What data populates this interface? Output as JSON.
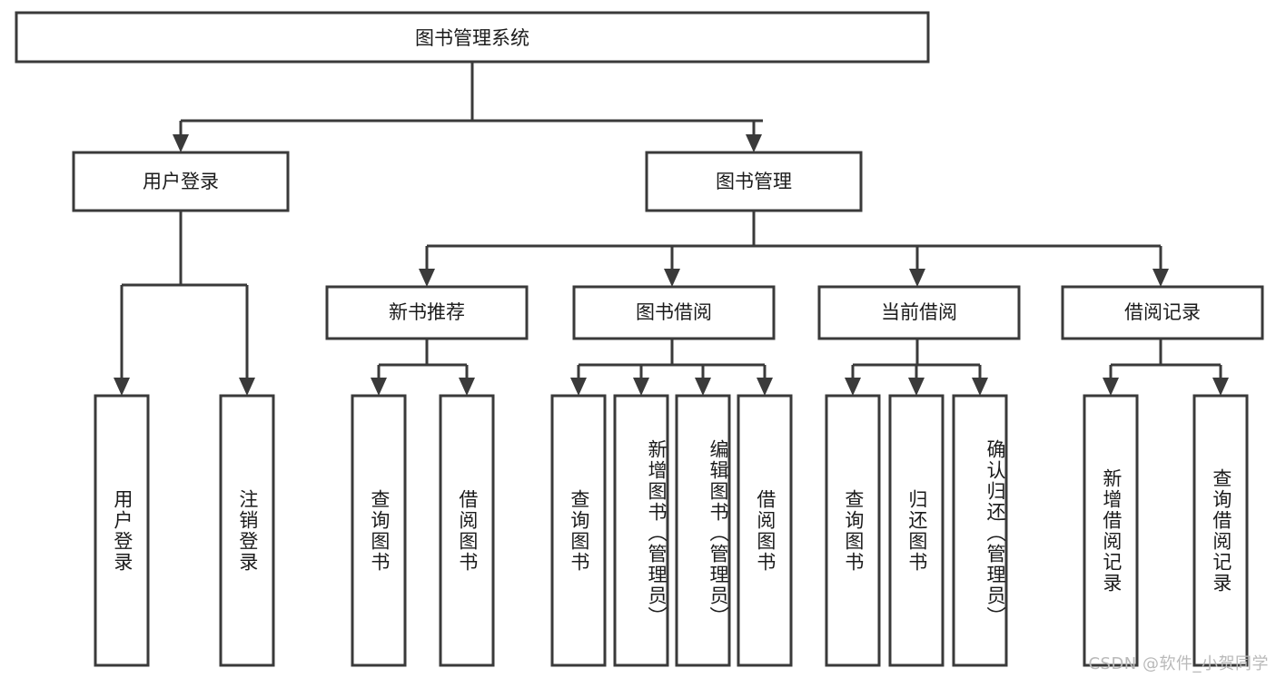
{
  "diagram": {
    "type": "hierarchy-tree",
    "title": "图书管理系统",
    "root": {
      "label": "图书管理系统"
    },
    "level2": [
      {
        "label": "用户登录"
      },
      {
        "label": "图书管理"
      }
    ],
    "level3": [
      {
        "label": "新书推荐"
      },
      {
        "label": "图书借阅"
      },
      {
        "label": "当前借阅"
      },
      {
        "label": "借阅记录"
      }
    ],
    "leaves": {
      "user_login": [
        {
          "label": "用户登录"
        },
        {
          "label": "注销登录"
        }
      ],
      "new_book_recommend": [
        {
          "label": "查询图书"
        },
        {
          "label": "借阅图书"
        }
      ],
      "book_borrow": [
        {
          "label": "查询图书"
        },
        {
          "label": "新增图书（管理员）"
        },
        {
          "label": "编辑图书（管理员）"
        },
        {
          "label": "借阅图书"
        }
      ],
      "current_borrow": [
        {
          "label": "查询图书"
        },
        {
          "label": "归还图书"
        },
        {
          "label": "确认归还（管理员）"
        }
      ],
      "borrow_record": [
        {
          "label": "新增借阅记录"
        },
        {
          "label": "查询借阅记录"
        }
      ]
    }
  },
  "watermark": {
    "text": "CSDN @软件_小贺同学"
  },
  "colors": {
    "stroke": "#3a3a3a",
    "fill": "#ffffff",
    "text": "#1b1b1b",
    "watermark": "#b9b9b9"
  }
}
